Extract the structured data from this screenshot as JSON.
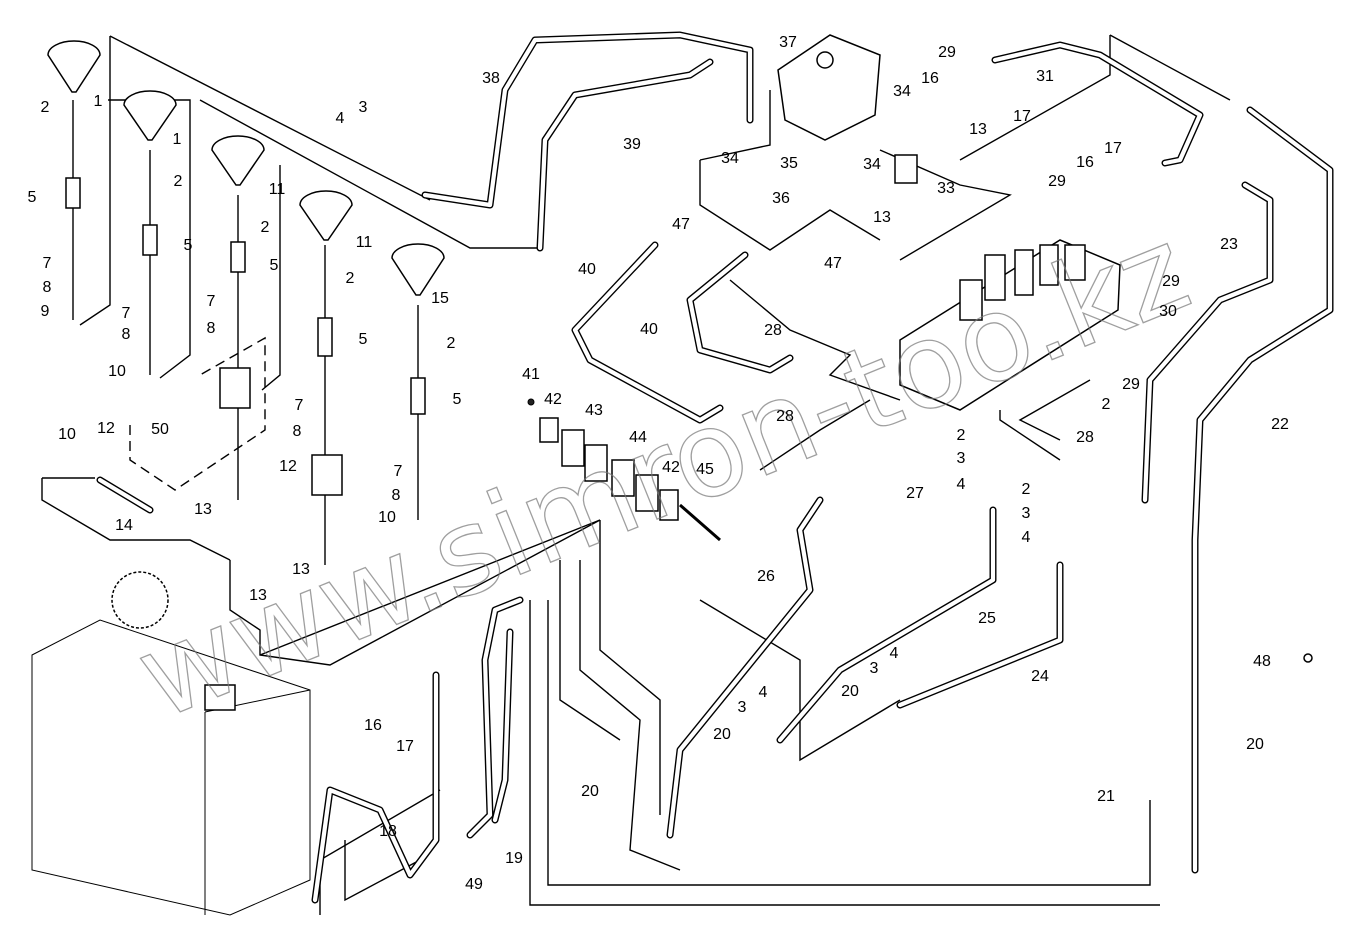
{
  "watermark": "www.simron-too.kz",
  "callouts": [
    "1",
    "2",
    "5",
    "7",
    "8",
    "9",
    "1",
    "2",
    "5",
    "7",
    "8",
    "10",
    "11",
    "2",
    "5",
    "7",
    "8",
    "12",
    "50",
    "13",
    "11",
    "2",
    "5",
    "7",
    "8",
    "12",
    "13",
    "15",
    "2",
    "5",
    "7",
    "8",
    "10",
    "10",
    "14",
    "13",
    "4",
    "3",
    "38",
    "39",
    "37",
    "29",
    "16",
    "17",
    "34",
    "13",
    "31",
    "34",
    "35",
    "34",
    "33",
    "36",
    "13",
    "47",
    "47",
    "40",
    "40",
    "28",
    "28",
    "29",
    "16",
    "17",
    "23",
    "29",
    "30",
    "29",
    "2",
    "28",
    "22",
    "41",
    "42",
    "43",
    "44",
    "42",
    "45",
    "2",
    "3",
    "4",
    "2",
    "3",
    "4",
    "27",
    "26",
    "25",
    "24",
    "20",
    "3",
    "4",
    "20",
    "3",
    "4",
    "20",
    "48",
    "20",
    "21",
    "16",
    "17",
    "18",
    "49",
    "19"
  ]
}
